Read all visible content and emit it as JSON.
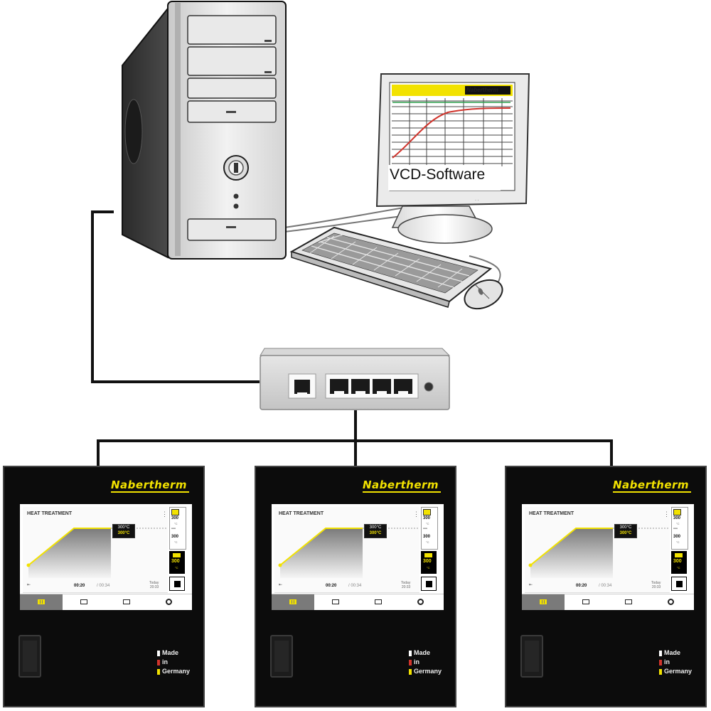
{
  "software_label": "VCD-Software",
  "monitor_brand": "Nabertherm",
  "controllers": [
    {
      "brand": "Nabertherm",
      "screen_title": "HEAT TREATMENT",
      "tag_top": "300°C",
      "tag_value": "300°C",
      "side_values": [
        "300",
        "---",
        "300"
      ],
      "side_unit": "°C",
      "active_value": "300",
      "active_unit": "°C",
      "time_main": "00:20",
      "time_sub": "/ 00:34",
      "today_label": "Today",
      "today_time": "20:33",
      "made": [
        "Made",
        "in",
        "Germany"
      ]
    },
    {
      "brand": "Nabertherm",
      "screen_title": "HEAT TREATMENT",
      "tag_top": "300°C",
      "tag_value": "300°C",
      "side_values": [
        "300",
        "---",
        "300"
      ],
      "side_unit": "°C",
      "active_value": "300",
      "active_unit": "°C",
      "time_main": "00:20",
      "time_sub": "/ 00:34",
      "today_label": "Today",
      "today_time": "20:33",
      "made": [
        "Made",
        "in",
        "Germany"
      ]
    },
    {
      "brand": "Nabertherm",
      "screen_title": "HEAT TREATMENT",
      "tag_top": "300°C",
      "tag_value": "300°C",
      "side_values": [
        "300",
        "---",
        "300"
      ],
      "side_unit": "°C",
      "active_value": "300",
      "active_unit": "°C",
      "time_main": "00:20",
      "time_sub": "/ 00:34",
      "today_label": "Today",
      "today_time": "20:33",
      "made": [
        "Made",
        "in",
        "Germany"
      ]
    }
  ],
  "colors": {
    "brand_yellow": "#f2e200",
    "made_white": "#ffffff",
    "made_red": "#d0342c",
    "made_yellow": "#f2e200"
  }
}
